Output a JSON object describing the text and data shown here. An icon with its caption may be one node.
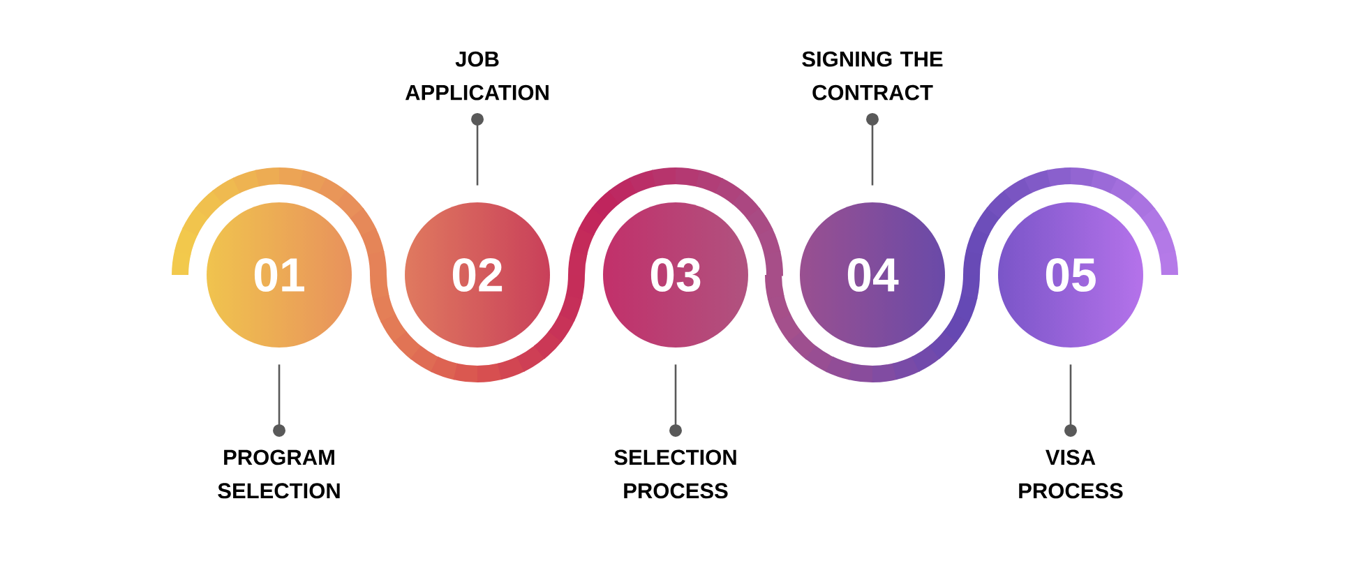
{
  "diagram": {
    "nodes": [
      {
        "text": [
          "01"
        ]
      },
      {
        "text": [
          "02"
        ]
      },
      {
        "text": [
          "03"
        ]
      },
      {
        "text": [
          "04"
        ]
      },
      {
        "text": [
          "05"
        ]
      },
      {
        "text": [
          "PROGRAM SELECTION"
        ]
      },
      {
        "text": [
          "JOB APPLICATION"
        ]
      },
      {
        "text": [
          "SELECTION PROCESS"
        ]
      },
      {
        "text": [
          "SIGNING THE CONTRACT"
        ]
      },
      {
        "text": [
          "VISA PROCESS"
        ]
      }
    ],
    "edges": [
      {
        "from": 5,
        "to": 0,
        "arrow": "other"
      },
      {
        "from": 6,
        "to": 1,
        "arrow": "other"
      },
      {
        "from": 7,
        "to": 2,
        "arrow": "other"
      },
      {
        "from": 8,
        "to": 3,
        "arrow": "other"
      },
      {
        "from": 9,
        "to": 4,
        "arrow": "other"
      }
    ]
  }
}
